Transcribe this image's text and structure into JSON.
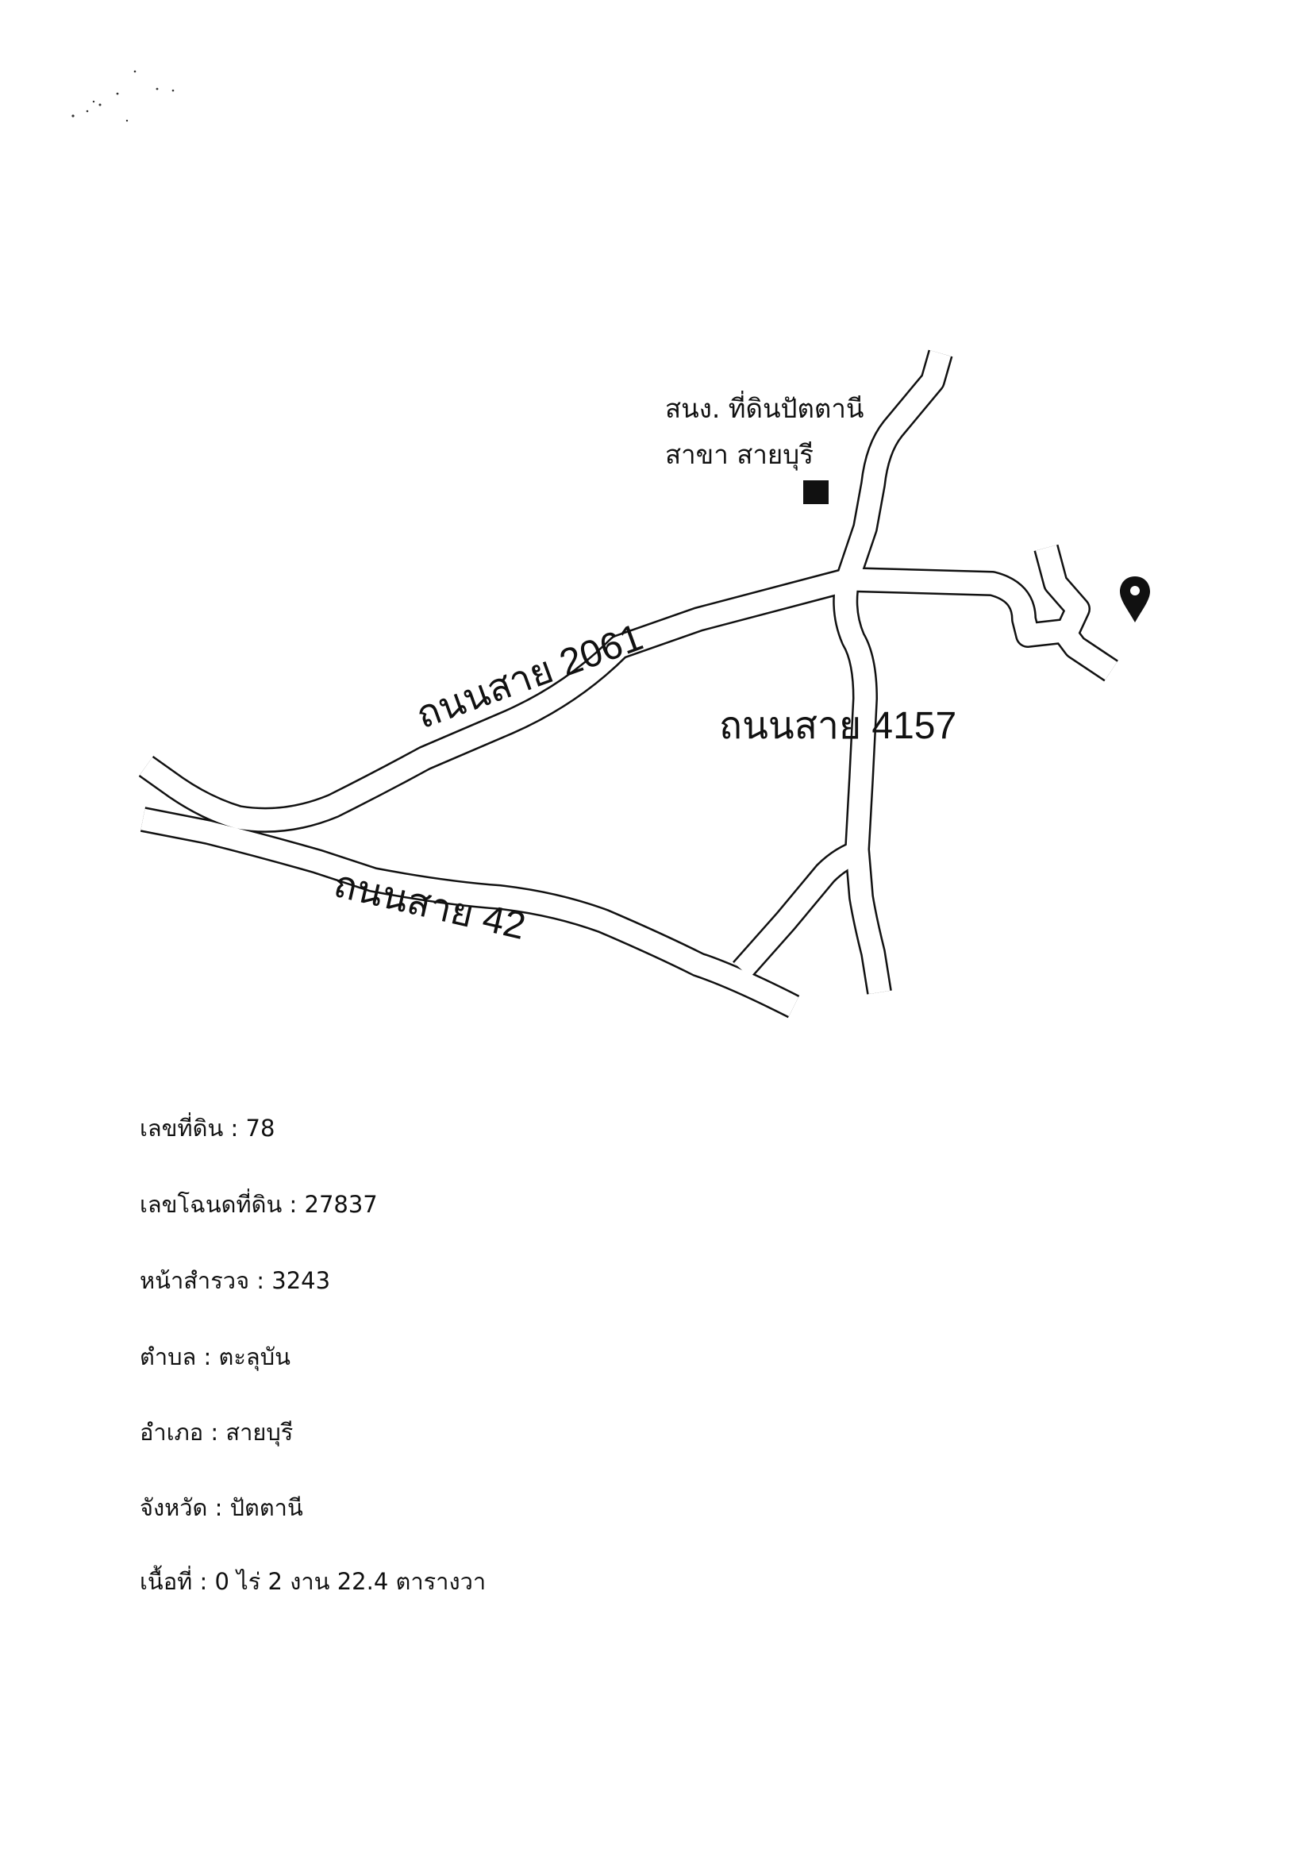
{
  "map": {
    "office": {
      "line1": "สนง. ที่ดินปัตตานี",
      "line2": "สาขา สายบุรี",
      "marker_icon": "square-marker-icon"
    },
    "roads": [
      {
        "id": "road-2061",
        "label": "ถนนสาย 2061"
      },
      {
        "id": "road-4157",
        "label": "ถนนสาย 4157"
      },
      {
        "id": "road-42",
        "label": "ถนนสาย 42"
      }
    ],
    "location_pin_icon": "location-pin-icon"
  },
  "parcel": {
    "separator": ":",
    "fields": [
      {
        "label": "เลขที่ดิน",
        "value": "78"
      },
      {
        "label": "เลขโฉนดที่ดิน",
        "value": "27837"
      },
      {
        "label": "หน้าสำรวจ",
        "value": "3243"
      },
      {
        "label": "ตำบล",
        "value": "ตะลุบัน"
      },
      {
        "label": "อำเภอ",
        "value": "สายบุรี"
      },
      {
        "label": "จังหวัด",
        "value": "ปัตตานี"
      },
      {
        "label": "เนื้อที่",
        "value": "0 ไร่ 2 งาน 22.4 ตารางวา"
      }
    ]
  }
}
